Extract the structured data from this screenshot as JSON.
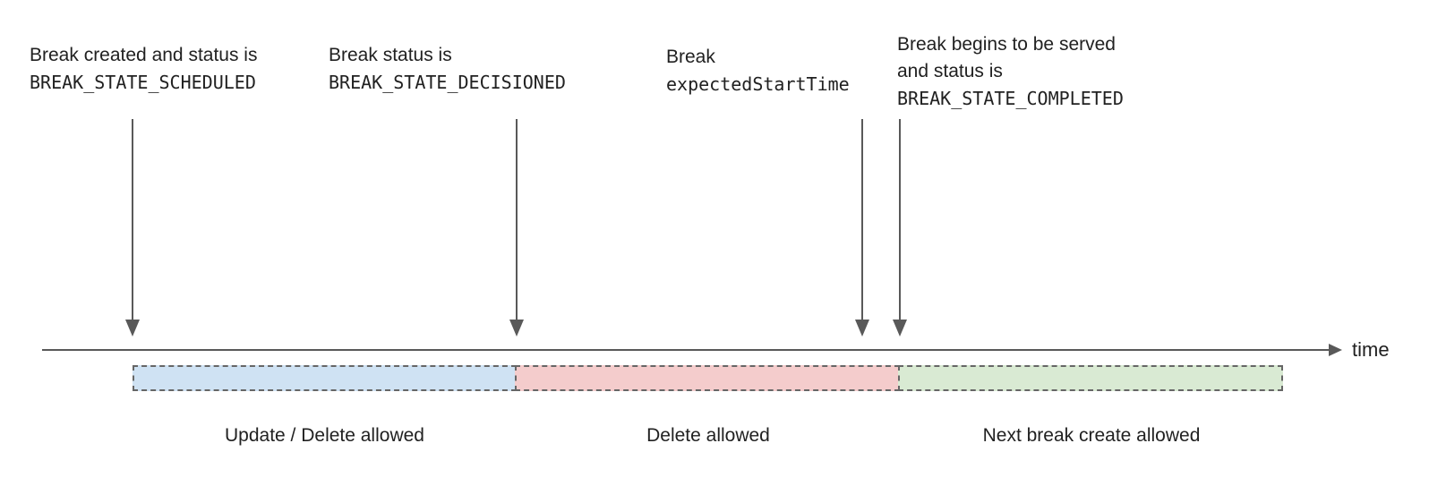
{
  "colors": {
    "line": "#595959",
    "dash_border": "#666666",
    "text": "#212121",
    "segment_blue": "#cfe2f3",
    "segment_red": "#f4cccc",
    "segment_green": "#d9ead3"
  },
  "annotations": [
    {
      "text": "Break created and status is",
      "code": "BREAK_STATE_SCHEDULED"
    },
    {
      "text": "Break status is",
      "code": "BREAK_STATE_DECISIONED"
    },
    {
      "text": "Break",
      "code": "expectedStartTime"
    },
    {
      "text": "Break begins to be served and status is",
      "code": "BREAK_STATE_COMPLETED"
    }
  ],
  "timeline": {
    "axis_label": "time"
  },
  "segments": [
    {
      "label": "Update / Delete allowed",
      "color": "#cfe2f3"
    },
    {
      "label": "Delete allowed",
      "color": "#f4cccc"
    },
    {
      "label": "Next break create allowed",
      "color": "#d9ead3"
    }
  ]
}
